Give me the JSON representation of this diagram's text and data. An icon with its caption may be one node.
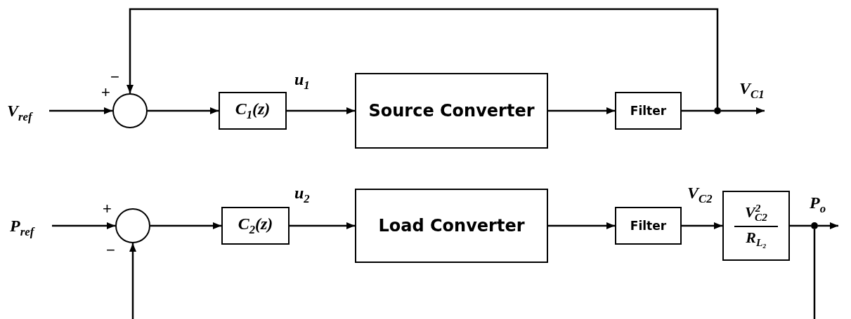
{
  "diagram": {
    "nodes": [
      {
        "text": [
          "V$_{ref}$"
        ]
      },
      {
        "text": [],
        "shape": "circle"
      },
      {
        "text": [
          "C$_{1}$(z)"
        ]
      },
      {
        "text": [
          "Source Converter"
        ]
      },
      {
        "text": [
          "Filter"
        ]
      },
      {
        "text": [],
        "shape": "circle"
      },
      {
        "text": [
          "P$_{ref}$"
        ]
      },
      {
        "text": [],
        "shape": "circle"
      },
      {
        "text": [
          "C$_{2}$(z)"
        ]
      },
      {
        "text": [
          "Load Converter"
        ]
      },
      {
        "text": [
          "Filter"
        ]
      },
      {
        "text": [
          "V$^{2}$$_{C2}$",
          "R$_{L₂}$"
        ]
      },
      {
        "text": [],
        "shape": "circle"
      }
    ],
    "edges": [
      {
        "from": 0,
        "to": 1,
        "arrow": "to"
      },
      {
        "from": 1,
        "to": 2,
        "arrow": "to"
      },
      {
        "from": 2,
        "to": 3,
        "arrow": "to",
        "label": "u$_{1}$"
      },
      {
        "from": 3,
        "to": 4,
        "arrow": "to"
      },
      {
        "from": 4,
        "to": 5,
        "arrow": "none"
      },
      {
        "from": 5,
        "to": null,
        "arrow": "to",
        "label": "V$_{C1}$"
      },
      {
        "from": 5,
        "to": 1,
        "arrow": "to"
      },
      {
        "from": 6,
        "to": 7,
        "arrow": "to"
      },
      {
        "from": 7,
        "to": 8,
        "arrow": "to"
      },
      {
        "from": 8,
        "to": 9,
        "arrow": "to",
        "label": "u$_{2}$"
      },
      {
        "from": 9,
        "to": 10,
        "arrow": "to"
      },
      {
        "from": 10,
        "to": 11,
        "arrow": "to",
        "label": "V$_{C2}$"
      },
      {
        "from": 11,
        "to": 12,
        "arrow": "none"
      },
      {
        "from": 12,
        "to": null,
        "arrow": "to",
        "label": "P$_{o}$"
      },
      {
        "from": 12,
        "to": null,
        "arrow": "none"
      },
      {
        "from": null,
        "to": 7,
        "arrow": "to"
      }
    ],
    "labels": [
      "−",
      "+",
      "+",
      "−"
    ]
  }
}
